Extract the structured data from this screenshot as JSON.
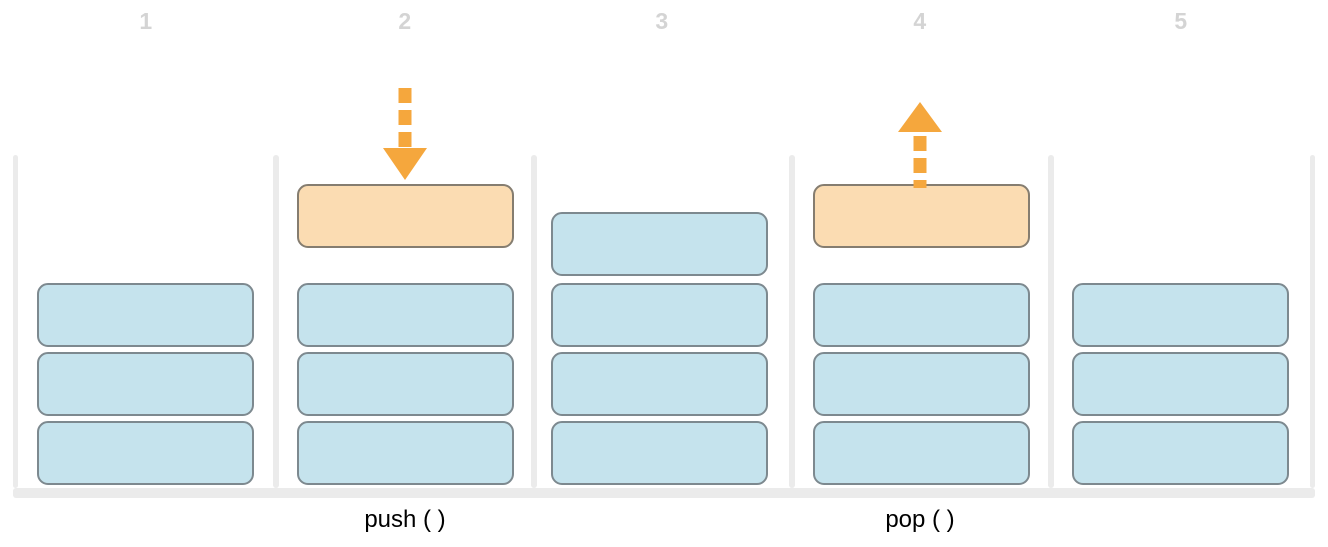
{
  "diagram": {
    "kind": "stack-push-pop-illustration",
    "columns": [
      {
        "label": "1",
        "blocks": [
          "blue",
          "blue",
          "blue"
        ],
        "floating_block": null,
        "arrow": null,
        "operation": null
      },
      {
        "label": "2",
        "blocks": [
          "blue",
          "blue",
          "blue"
        ],
        "floating_block": "orange",
        "arrow": "down",
        "operation": "push ( )"
      },
      {
        "label": "3",
        "blocks": [
          "blue",
          "blue",
          "blue",
          "blue"
        ],
        "floating_block": null,
        "arrow": null,
        "operation": null
      },
      {
        "label": "4",
        "blocks": [
          "blue",
          "blue",
          "blue"
        ],
        "floating_block": "orange",
        "arrow": "up",
        "operation": "pop ( )"
      },
      {
        "label": "5",
        "blocks": [
          "blue",
          "blue",
          "blue"
        ],
        "floating_block": null,
        "arrow": null,
        "operation": null
      }
    ],
    "operations": {
      "push_label": "push ( )",
      "pop_label": "pop ( )"
    },
    "icons": {
      "down_arrow": "push-arrow-icon",
      "up_arrow": "pop-arrow-icon"
    },
    "colors": {
      "block_blue_fill": "#c5e3ed",
      "block_blue_border": "#7d898f",
      "block_orange_fill": "#fbdcb2",
      "block_orange_border": "#857d70",
      "arrow_orange": "#f5a73d",
      "container_gray": "#ebebeb",
      "column_number_gray": "#d4d4d4",
      "operation_label_color": "#000000"
    }
  }
}
